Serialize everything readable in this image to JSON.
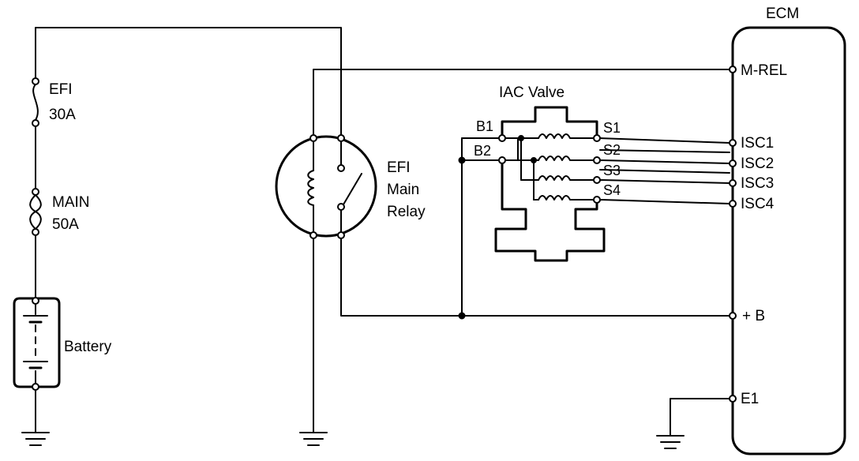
{
  "ecm": {
    "title": "ECM",
    "pins": {
      "m_rel": "M-REL",
      "isc1": "ISC1",
      "isc2": "ISC2",
      "isc3": "ISC3",
      "isc4": "ISC4",
      "plus_b": "+ B",
      "e1": "E1"
    }
  },
  "fuses": {
    "efi_line1": "EFI",
    "efi_line2": "30A",
    "main_line1": "MAIN",
    "main_line2": "50A"
  },
  "battery": {
    "label": "Battery"
  },
  "relay": {
    "line1": "EFI",
    "line2": "Main",
    "line3": "Relay"
  },
  "iac": {
    "title": "IAC Valve",
    "b1": "B1",
    "b2": "B2",
    "s1": "S1",
    "s2": "S2",
    "s3": "S3",
    "s4": "S4"
  },
  "colors": {
    "ink": "#000000",
    "background": "#ffffff"
  }
}
